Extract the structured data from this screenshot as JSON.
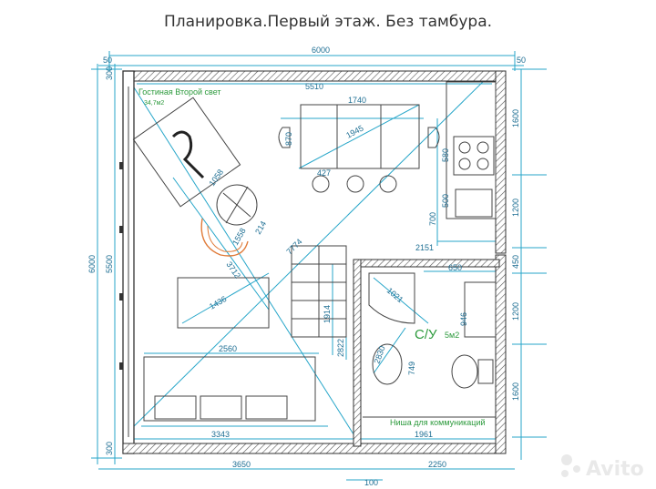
{
  "title": "Планировка.Первый этаж. Без тамбура.",
  "rooms": {
    "living_label": "Гостиная Второй свет",
    "living_area": "34,7м2",
    "bath_label": "С/У",
    "bath_area": "5м2",
    "niche_label": "Ниша для коммуникаций"
  },
  "dimensions": {
    "total_width": "6000",
    "top_left_small": "50",
    "top_right_small": "50",
    "inner_width_top": "5510",
    "table_width": "1740",
    "diag_table": "1945",
    "chair_gap": "427",
    "table_height": "870",
    "sofa_width": "2560",
    "bottom_inner_left": "3343",
    "bottom_niche": "1961",
    "bottom_left_outer": "3650",
    "bottom_right_outer": "2250",
    "bottom_small": "100",
    "left_total": "6000",
    "left_inner": "5500",
    "left_top": "300",
    "left_bottom": "300",
    "right_1": "1600",
    "right_2": "1200",
    "right_3": "450",
    "right_4": "1200",
    "right_5": "1600",
    "kitchen_580": "580",
    "kitchen_500": "500",
    "kitchen_700": "700",
    "kitchen_2151": "2151",
    "bath_650": "650",
    "bath_1021": "1021",
    "bath_946": "946",
    "bath_749": "749",
    "bath_2830": "2830",
    "stair_1914": "1914",
    "stair_2822": "2822",
    "living_1058": "1058",
    "living_1558": "1558",
    "living_214": "214",
    "living_3712": "3712",
    "diag_7774": "7774",
    "rug_1436": "1436"
  },
  "watermark": "Avito"
}
